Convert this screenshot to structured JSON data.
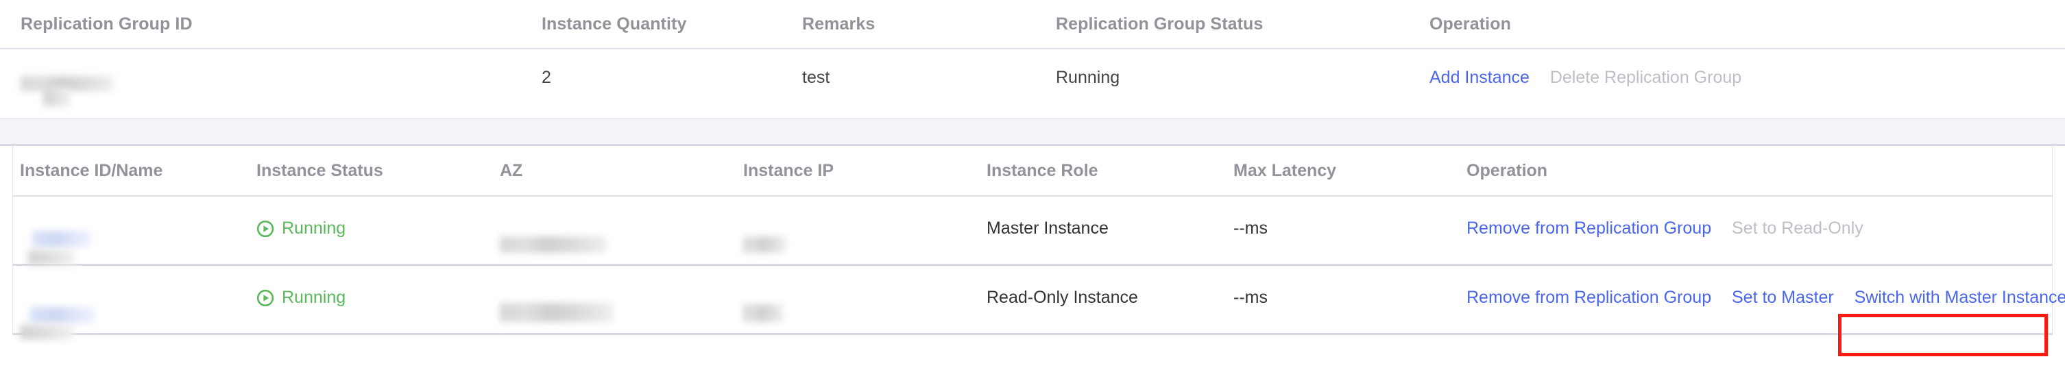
{
  "outer_table": {
    "columns": [
      "Replication Group ID",
      "Instance Quantity",
      "Remarks",
      "Replication Group Status",
      "Operation"
    ],
    "row": {
      "group_id": "",
      "group_id_redacted": true,
      "instance_quantity": "2",
      "remarks": "test",
      "status": "Running",
      "operations": [
        {
          "label": "Add Instance",
          "state": "enabled"
        },
        {
          "label": "Delete Replication Group",
          "state": "disabled"
        }
      ]
    }
  },
  "inner_table": {
    "columns": [
      "Instance ID/Name",
      "Instance Status",
      "AZ",
      "Instance IP",
      "Instance Role",
      "Max Latency",
      "Operation"
    ],
    "rows": [
      {
        "instance_id_name": "",
        "instance_id_name_redacted": true,
        "status": "Running",
        "status_icon": "play-circle-icon",
        "az": "",
        "az_redacted": true,
        "instance_ip": "",
        "instance_ip_redacted": true,
        "instance_role": "Master Instance",
        "instance_role_style": "green",
        "max_latency": "--ms",
        "operations": [
          {
            "label": "Remove from Replication Group",
            "state": "enabled"
          },
          {
            "label": "Set to Read-Only",
            "state": "disabled"
          }
        ]
      },
      {
        "instance_id_name": "",
        "instance_id_name_redacted": true,
        "status": "Running",
        "status_icon": "play-circle-icon",
        "az": "",
        "az_redacted": true,
        "instance_ip": "",
        "instance_ip_redacted": true,
        "instance_role": "Read-Only Instance",
        "instance_role_style": "default",
        "max_latency": "--ms",
        "operations": [
          {
            "label": "Remove from Replication Group",
            "state": "enabled"
          },
          {
            "label": "Set to Master",
            "state": "enabled"
          },
          {
            "label": "Switch with Master Instance",
            "state": "enabled",
            "highlighted": true
          }
        ]
      }
    ]
  },
  "annotation": {
    "type": "red-rectangle-highlight",
    "target_label": "Switch with Master Instance",
    "color": "#fc1b12"
  },
  "colors": {
    "link": "#4a66f0",
    "link_disabled": "#bcbfc6",
    "status_running": "#6cc069",
    "header_text": "#909399",
    "annotation_red": "#fc1b12",
    "expand_band": "#f2f4f8"
  }
}
